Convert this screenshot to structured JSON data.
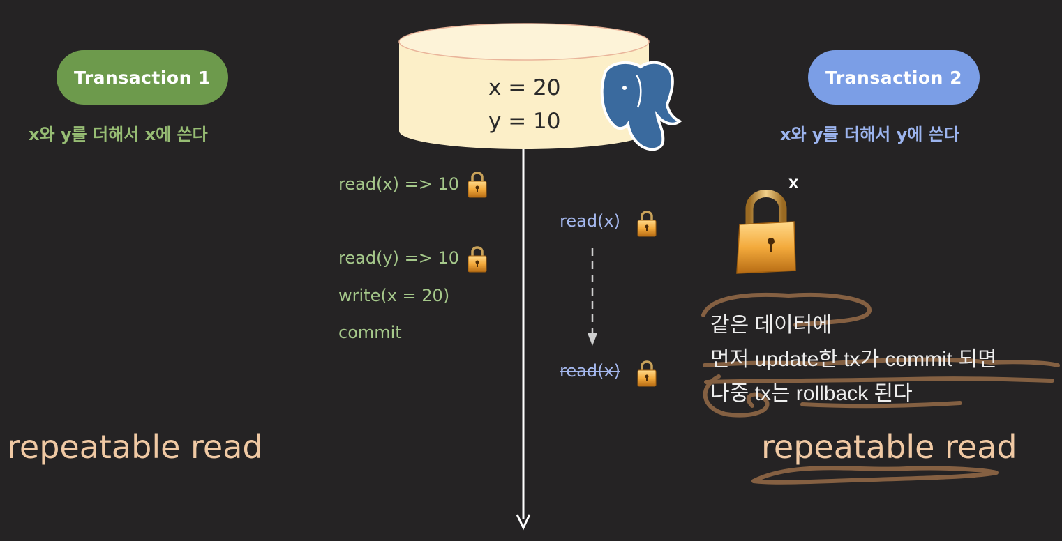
{
  "transaction1": {
    "label": "Transaction 1",
    "description": "x와 y를 더해서 x에 쓴다",
    "operations": [
      "read(x) => 10",
      "read(y) => 10",
      "write(x = 20)",
      "commit"
    ],
    "isolation_label": "repeatable read"
  },
  "transaction2": {
    "label": "Transaction 2",
    "description": "x와 y를 더해서 y에 쓴다",
    "operations": [
      "read(x)",
      "read(x)"
    ],
    "lock_marker": "x",
    "isolation_label": "repeatable read"
  },
  "database": {
    "values": [
      "x = 20",
      "y = 10"
    ],
    "icon": "postgresql-elephant-icon"
  },
  "note": {
    "lines": [
      "같은 데이터에",
      "먼저 update한 tx가 commit 되면",
      "나중 tx는 rollback 된다"
    ]
  },
  "colors": {
    "transaction1": "#6d9a4c",
    "transaction2": "#7b9ee6",
    "background": "#252324",
    "database": "#fcefc8",
    "annotation": "#8a6444"
  }
}
